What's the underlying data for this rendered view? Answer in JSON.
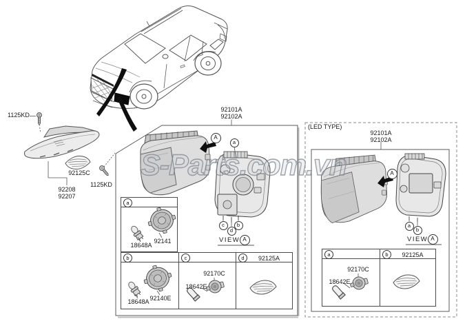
{
  "watermark": "S-Parts.com.vn",
  "colors": {
    "line": "#4a4a4a",
    "fill_light": "#dedede",
    "swoosh": "#0f0f0f",
    "watermark_outline": "#828a90"
  },
  "callout_letters": {
    "a": "a",
    "b": "b",
    "c": "c",
    "d": "d",
    "A": "A"
  },
  "labels": {
    "bolt_top": "1125KD",
    "bolt_front": "1125KD",
    "grommet_left": "92125C",
    "trim_line1": "92208",
    "trim_line2": "92207",
    "halogen_assembly_line1": "92101A",
    "halogen_assembly_line2": "92102A",
    "led_assembly_line1": "92101A",
    "led_assembly_line2": "92102A",
    "led_type": "(LED TYPE)",
    "view": "VIEW"
  },
  "halogen_table": {
    "cell_a": {
      "letter": "a",
      "parts": [
        {
          "id": "18648A"
        },
        {
          "id": "92141"
        }
      ]
    },
    "cell_b": {
      "letter": "b",
      "parts": [
        {
          "id": "18648A"
        },
        {
          "id": "92140E"
        }
      ]
    },
    "cell_c": {
      "letter": "c",
      "parts": [
        {
          "id": "18642E"
        },
        {
          "id": "92170C"
        }
      ]
    },
    "cell_d": {
      "letter": "d",
      "header_part_id": "92125A"
    }
  },
  "led_table": {
    "cell_a": {
      "letter": "a",
      "parts": [
        {
          "id": "18642E"
        },
        {
          "id": "92170C"
        }
      ]
    },
    "cell_b": {
      "letter": "b",
      "header_part_id": "92125A"
    }
  }
}
